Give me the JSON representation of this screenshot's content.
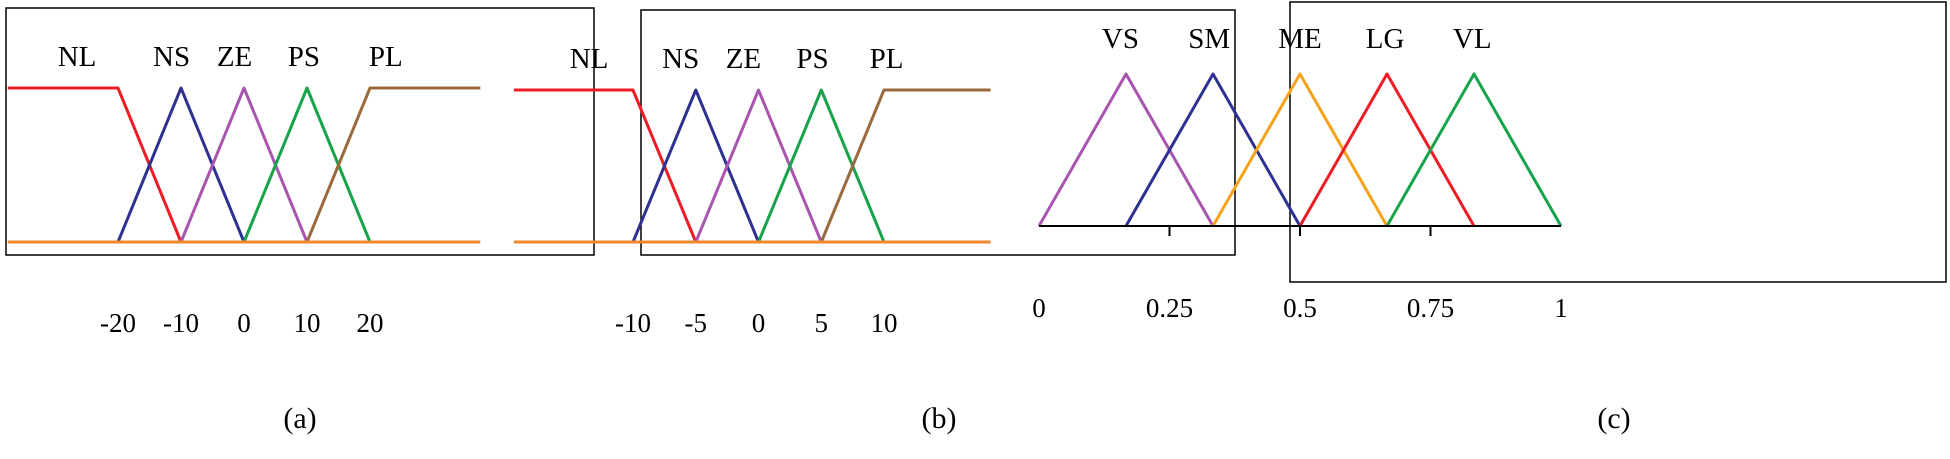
{
  "colors": {
    "red": "#ee1c24",
    "blue": "#2e3192",
    "magenta": "#a855b0",
    "green": "#16a34a",
    "brown": "#9b6a3c",
    "orange": "#f2872d",
    "yellow_orange": "#f7a21b",
    "frame": "#000000"
  },
  "chart_data": [
    {
      "type": "line",
      "caption": "(a)",
      "x_ticks": [
        -20,
        -10,
        0,
        10,
        20
      ],
      "x_tick_labels": [
        "-20",
        "-10",
        "0",
        "10",
        "20"
      ],
      "series": [
        {
          "name": "NL",
          "color": "red",
          "points": [
            [
              -37.5,
              1
            ],
            [
              -20,
              1
            ],
            [
              -10,
              0
            ]
          ]
        },
        {
          "name": "NS",
          "color": "blue",
          "points": [
            [
              -20,
              0
            ],
            [
              -10,
              1
            ],
            [
              0,
              0
            ]
          ]
        },
        {
          "name": "ZE",
          "color": "magenta",
          "points": [
            [
              -10,
              0
            ],
            [
              0,
              1
            ],
            [
              10,
              0
            ]
          ]
        },
        {
          "name": "PS",
          "color": "green",
          "points": [
            [
              0,
              0
            ],
            [
              10,
              1
            ],
            [
              20,
              0
            ]
          ]
        },
        {
          "name": "PL",
          "color": "brown",
          "points": [
            [
              10,
              0
            ],
            [
              20,
              1
            ],
            [
              37.5,
              1
            ]
          ]
        },
        {
          "color": "orange",
          "points": [
            [
              -37.5,
              0
            ],
            [
              37.5,
              0
            ]
          ]
        }
      ],
      "labels": [
        {
          "text": "NL",
          "x": -26.5
        },
        {
          "text": "NS",
          "x": -11.5
        },
        {
          "text": "ZE",
          "x": -1.5
        },
        {
          "text": "PS",
          "x": 9.5
        },
        {
          "text": "PL",
          "x": 22.5
        }
      ]
    },
    {
      "type": "line",
      "caption": "(b)",
      "x_ticks": [
        -10,
        -5,
        0,
        5,
        10
      ],
      "x_tick_labels": [
        "-10",
        "-5",
        "0",
        "5",
        "10"
      ],
      "series": [
        {
          "name": "NL",
          "color": "red",
          "points": [
            [
              -19.5,
              1
            ],
            [
              -10,
              1
            ],
            [
              -5,
              0
            ]
          ]
        },
        {
          "name": "NS",
          "color": "blue",
          "points": [
            [
              -10,
              0
            ],
            [
              -5,
              1
            ],
            [
              0,
              0
            ]
          ]
        },
        {
          "name": "ZE",
          "color": "magenta",
          "points": [
            [
              -5,
              0
            ],
            [
              0,
              1
            ],
            [
              5,
              0
            ]
          ]
        },
        {
          "name": "PS",
          "color": "green",
          "points": [
            [
              0,
              0
            ],
            [
              5,
              1
            ],
            [
              10,
              0
            ]
          ]
        },
        {
          "name": "PL",
          "color": "brown",
          "points": [
            [
              5,
              0
            ],
            [
              10,
              1
            ],
            [
              18.5,
              1
            ]
          ]
        },
        {
          "color": "orange",
          "points": [
            [
              -19.5,
              0
            ],
            [
              18.5,
              0
            ]
          ]
        }
      ],
      "labels": [
        {
          "text": "NL",
          "x": -13.5
        },
        {
          "text": "NS",
          "x": -6.2
        },
        {
          "text": "ZE",
          "x": -1.2
        },
        {
          "text": "PS",
          "x": 4.3
        },
        {
          "text": "PL",
          "x": 10.2
        }
      ]
    },
    {
      "type": "line",
      "caption": "(c)",
      "x_ticks": [
        0,
        0.25,
        0.5,
        0.75,
        1
      ],
      "x_tick_labels": [
        "0",
        "0.25",
        "0.5",
        "0.75",
        "1"
      ],
      "series": [
        {
          "name": "VS",
          "color": "magenta",
          "points": [
            [
              0,
              0
            ],
            [
              0.1667,
              1
            ],
            [
              0.3333,
              0
            ]
          ]
        },
        {
          "name": "SM",
          "color": "blue",
          "points": [
            [
              0.1667,
              0
            ],
            [
              0.3333,
              1
            ],
            [
              0.5,
              0
            ]
          ]
        },
        {
          "name": "ME",
          "color": "yellow_orange",
          "points": [
            [
              0.3333,
              0
            ],
            [
              0.5,
              1
            ],
            [
              0.6667,
              0
            ]
          ]
        },
        {
          "name": "LG",
          "color": "red",
          "points": [
            [
              0.5,
              0
            ],
            [
              0.6667,
              1
            ],
            [
              0.8333,
              0
            ]
          ]
        },
        {
          "name": "VL",
          "color": "green",
          "points": [
            [
              0.6667,
              0
            ],
            [
              0.8333,
              1
            ],
            [
              1,
              0
            ]
          ]
        }
      ],
      "labels": [
        {
          "text": "VS",
          "x": 0.156
        },
        {
          "text": "SM",
          "x": 0.326
        },
        {
          "text": "ME",
          "x": 0.5
        },
        {
          "text": "LG",
          "x": 0.663
        },
        {
          "text": "VL",
          "x": 0.83
        }
      ]
    }
  ]
}
